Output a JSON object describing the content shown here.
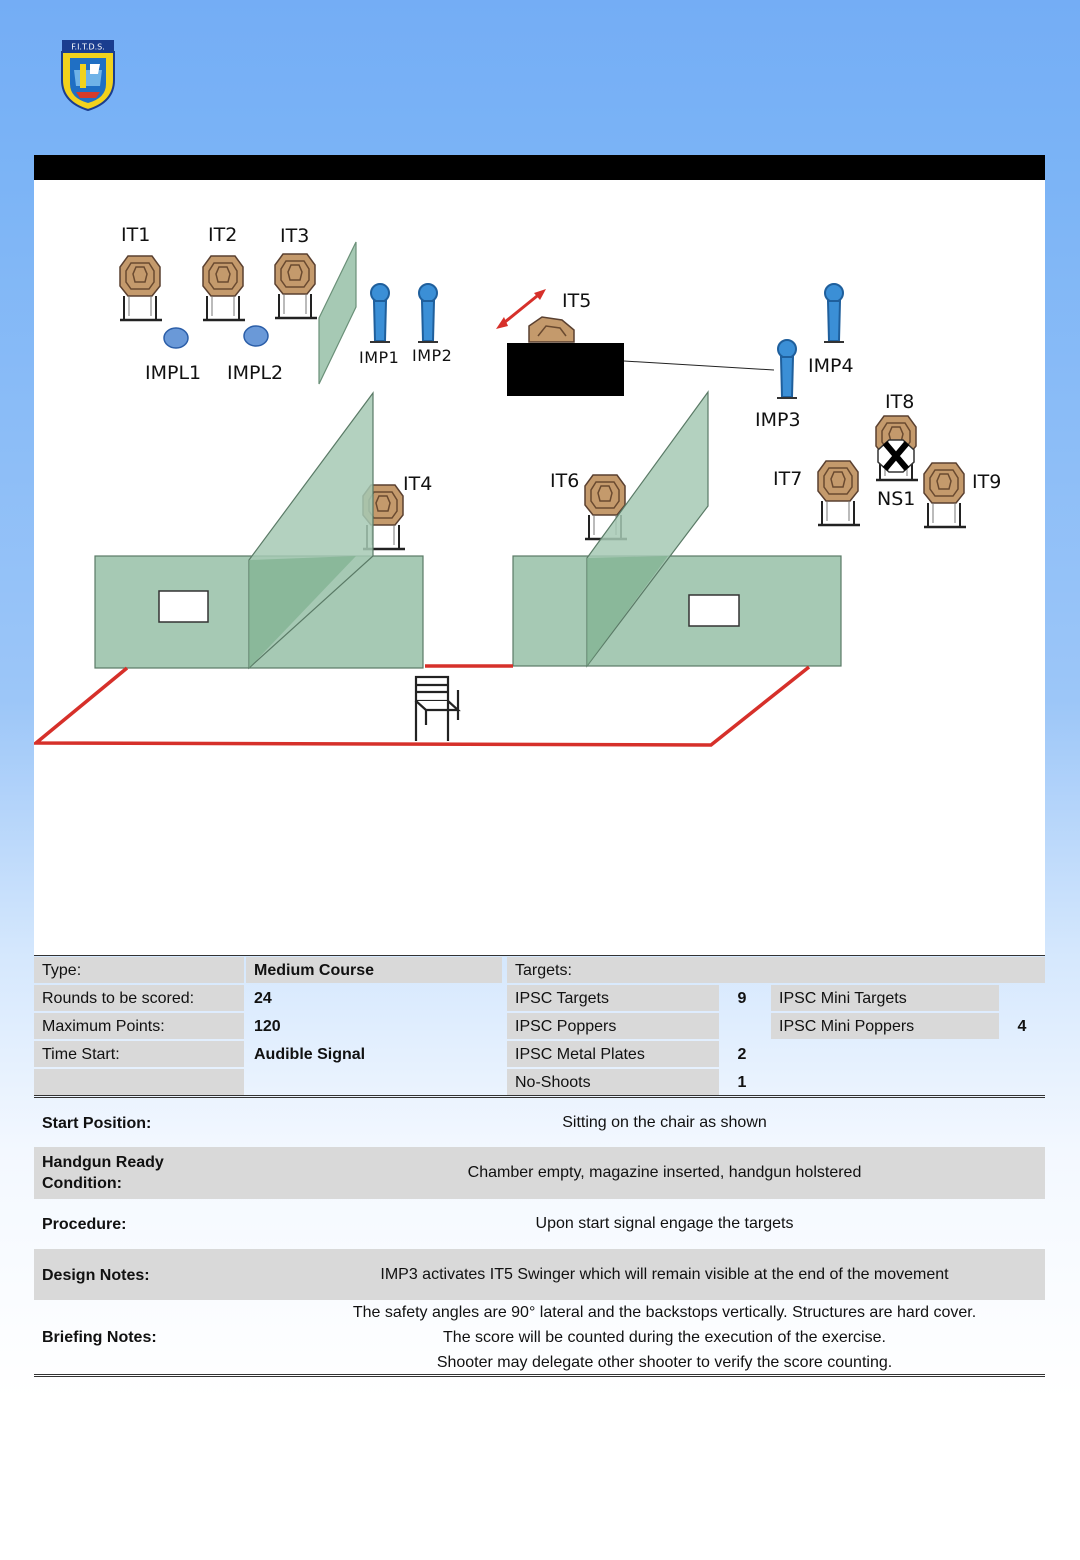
{
  "header": {
    "logo_text": "F.I.T.D.S."
  },
  "diagram": {
    "labels": {
      "it1": "IT1",
      "it2": "IT2",
      "it3": "IT3",
      "it4": "IT4",
      "it5": "IT5",
      "it6": "IT6",
      "it7": "IT7",
      "it8": "IT8",
      "it9": "IT9",
      "impl1": "IMPL1",
      "impl2": "IMPL2",
      "imp1": "IMP1",
      "imp2": "IMP2",
      "imp3": "IMP3",
      "imp4": "IMP4",
      "ns1": "NS1"
    },
    "colors": {
      "cardboard": "#c49a6c",
      "popper": "#3b8fd6",
      "wall": "#a6c9b4",
      "fault_line": "#d6302a"
    }
  },
  "info": {
    "type_label": "Type:",
    "type_value": "Medium Course",
    "rounds_label": "Rounds to be scored:",
    "rounds_value": "24",
    "points_label": "Maximum Points:",
    "points_value": "120",
    "start_label": "Time Start:",
    "start_value": "Audible Signal",
    "targets_label": "Targets:",
    "targets": [
      {
        "name": "IPSC Targets",
        "count": "9"
      },
      {
        "name": "IPSC Poppers",
        "count": ""
      },
      {
        "name": "IPSC Metal Plates",
        "count": "2"
      },
      {
        "name": "No-Shoots",
        "count": "1"
      }
    ],
    "mini_targets": [
      {
        "name": "IPSC Mini Targets",
        "count": ""
      },
      {
        "name": "IPSC Mini Poppers",
        "count": "4"
      }
    ]
  },
  "notes": {
    "start_position_label": "Start Position:",
    "start_position_value": "Sitting on the chair as shown",
    "ready_label_1": "Handgun Ready",
    "ready_label_2": "Condition:",
    "ready_value": "Chamber empty, magazine inserted, handgun holstered",
    "procedure_label": "Procedure:",
    "procedure_value": "Upon start signal engage the targets",
    "design_label": "Design Notes:",
    "design_value": "IMP3 activates IT5 Swinger which will remain visible at the end of the movement",
    "briefing_label": "Briefing Notes:",
    "briefing_1": "The safety angles are 90° lateral and the backstops vertically. Structures are hard cover.",
    "briefing_2": "The score will be counted during the execution of the exercise.",
    "briefing_3": "Shooter may delegate other shooter to verify the score counting."
  }
}
